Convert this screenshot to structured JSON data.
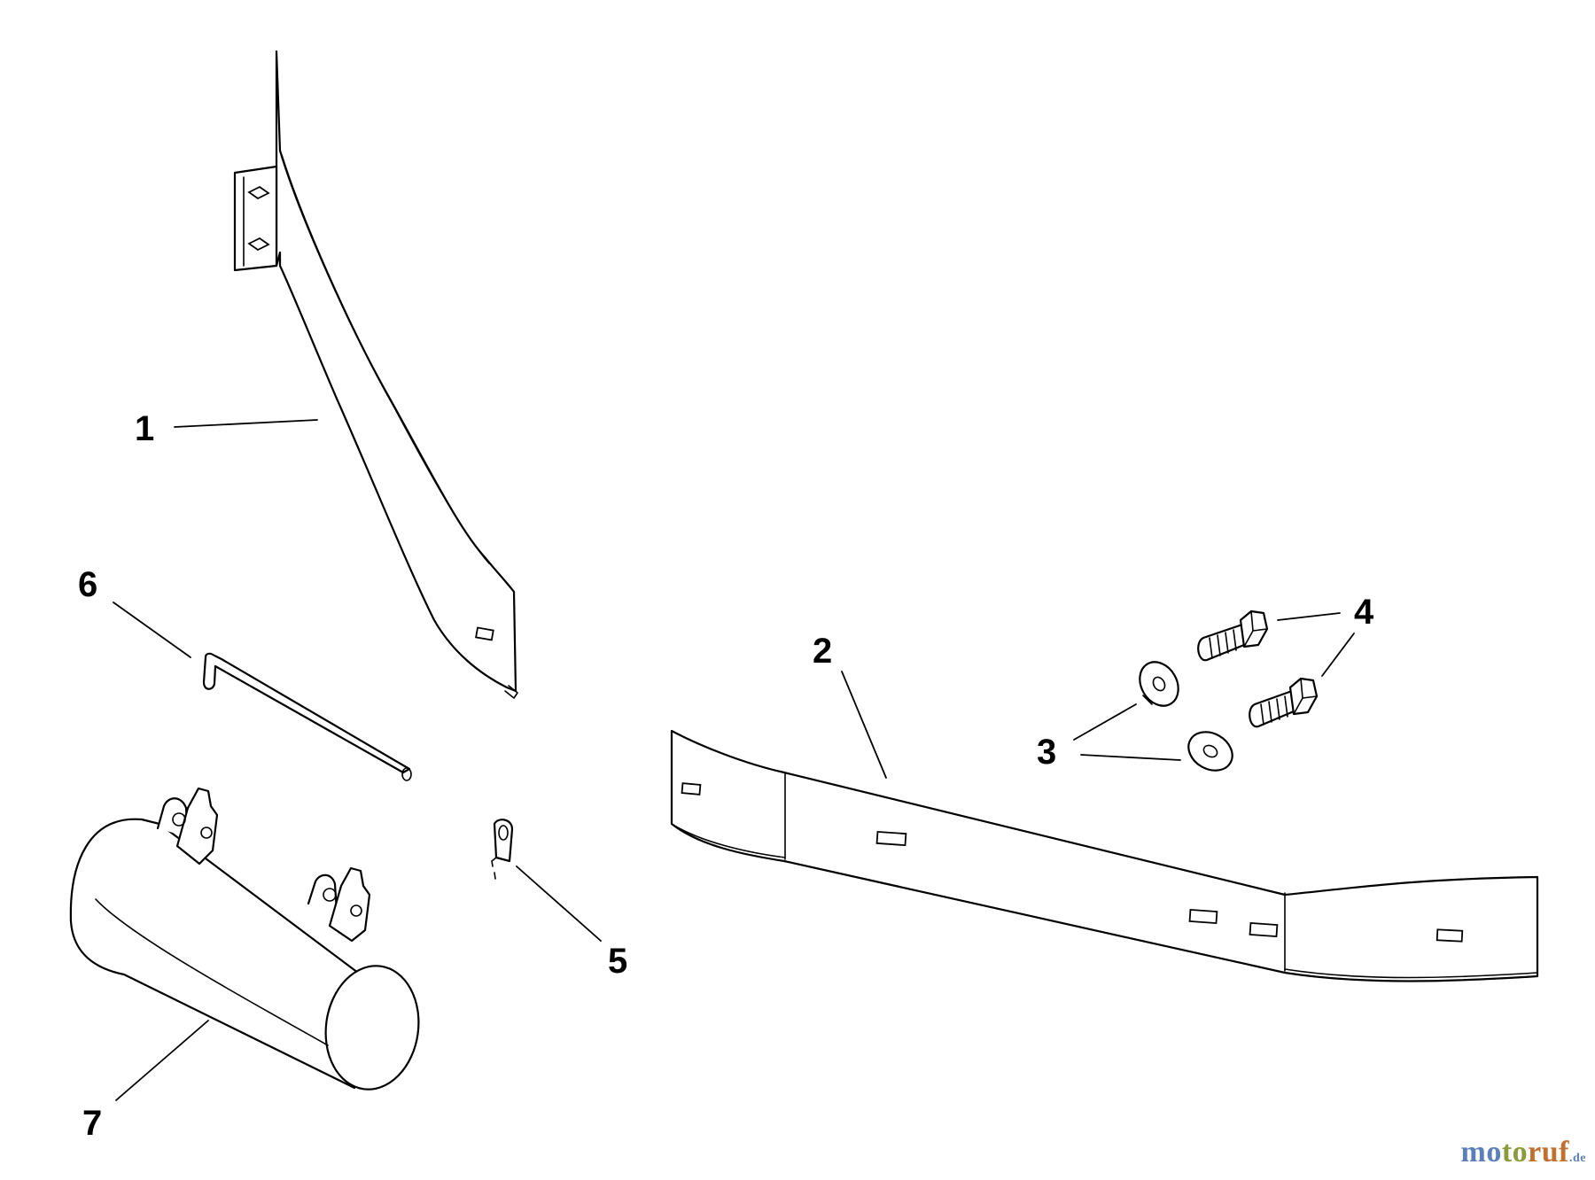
{
  "diagram": {
    "callouts": [
      {
        "id": "1",
        "label": "1"
      },
      {
        "id": "2",
        "label": "2"
      },
      {
        "id": "3",
        "label": "3"
      },
      {
        "id": "4",
        "label": "4"
      },
      {
        "id": "5",
        "label": "5"
      },
      {
        "id": "6",
        "label": "6"
      },
      {
        "id": "7",
        "label": "7"
      }
    ],
    "line_color": "#000000",
    "background": "#ffffff"
  },
  "watermark": {
    "part1": "mo",
    "part2": "to",
    "part3": "ruf",
    "part4": ".de",
    "colors": [
      "#5b7fb8",
      "#8a9a3c",
      "#c0712f"
    ]
  }
}
